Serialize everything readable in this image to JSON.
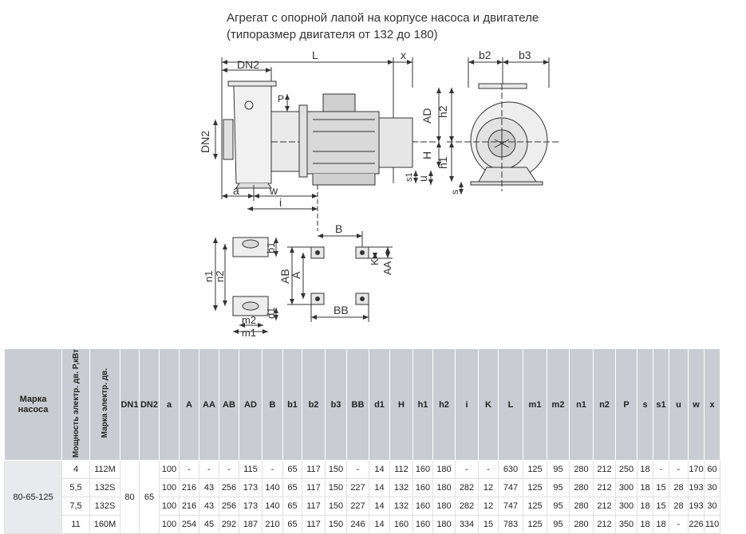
{
  "title": {
    "line1": "Агрегат с опорной лапой на корпусе насоса и двигателе",
    "line2": "(типоразмер двигателя от 132 до 180)"
  },
  "dims": {
    "L": "L",
    "x": "x",
    "DN2": "DN2",
    "P": "P",
    "AD": "AD",
    "H": "H",
    "s1": "s1",
    "u": "u",
    "a": "a",
    "w": "w",
    "i": "i",
    "b2": "b2",
    "b3": "b3",
    "h2": "h2",
    "h1": "h1",
    "s": "s",
    "B": "B",
    "AB": "AB",
    "A": "A",
    "K": "K",
    "AA": "AA",
    "BB": "BB",
    "n1": "n1",
    "n2": "n2",
    "b1": "b1",
    "d1": "d1",
    "m2": "m2",
    "m1": "m1"
  },
  "table": {
    "headers": {
      "mark": "Марка насоса",
      "power": "Мощность электр. дв. P,кВт",
      "motor": "Марка электр. дв.",
      "cols": [
        "DN1",
        "DN2",
        "a",
        "A",
        "AA",
        "AB",
        "AD",
        "B",
        "b1",
        "b2",
        "b3",
        "BB",
        "d1",
        "H",
        "h1",
        "h2",
        "i",
        "K",
        "L",
        "m1",
        "m2",
        "n1",
        "n2",
        "P",
        "s",
        "s1",
        "u",
        "w",
        "x"
      ]
    },
    "group": {
      "mark": "80-65-125",
      "dn1": "80",
      "dn2": "65"
    },
    "rows": [
      {
        "power": "4",
        "motor": "112M",
        "vals": [
          "100",
          "-",
          "-",
          "-",
          "115",
          "-",
          "65",
          "117",
          "150",
          "-",
          "14",
          "112",
          "160",
          "180",
          "-",
          "-",
          "630",
          "125",
          "95",
          "280",
          "212",
          "250",
          "18",
          "-",
          "-",
          "170",
          "60"
        ]
      },
      {
        "power": "5,5",
        "motor": "132S",
        "vals": [
          "100",
          "216",
          "43",
          "256",
          "173",
          "140",
          "65",
          "117",
          "150",
          "227",
          "14",
          "132",
          "160",
          "180",
          "282",
          "12",
          "747",
          "125",
          "95",
          "280",
          "212",
          "300",
          "18",
          "15",
          "28",
          "193",
          "30"
        ]
      },
      {
        "power": "7,5",
        "motor": "132S",
        "vals": [
          "100",
          "216",
          "43",
          "256",
          "173",
          "140",
          "65",
          "117",
          "150",
          "227",
          "14",
          "132",
          "160",
          "180",
          "282",
          "12",
          "747",
          "125",
          "95",
          "280",
          "212",
          "300",
          "18",
          "15",
          "28",
          "193",
          "30"
        ]
      },
      {
        "power": "11",
        "motor": "160M",
        "vals": [
          "100",
          "254",
          "45",
          "292",
          "187",
          "210",
          "65",
          "117",
          "150",
          "246",
          "14",
          "160",
          "160",
          "180",
          "334",
          "15",
          "783",
          "125",
          "95",
          "280",
          "212",
          "350",
          "18",
          "18",
          "-",
          "226",
          "110"
        ]
      }
    ]
  }
}
